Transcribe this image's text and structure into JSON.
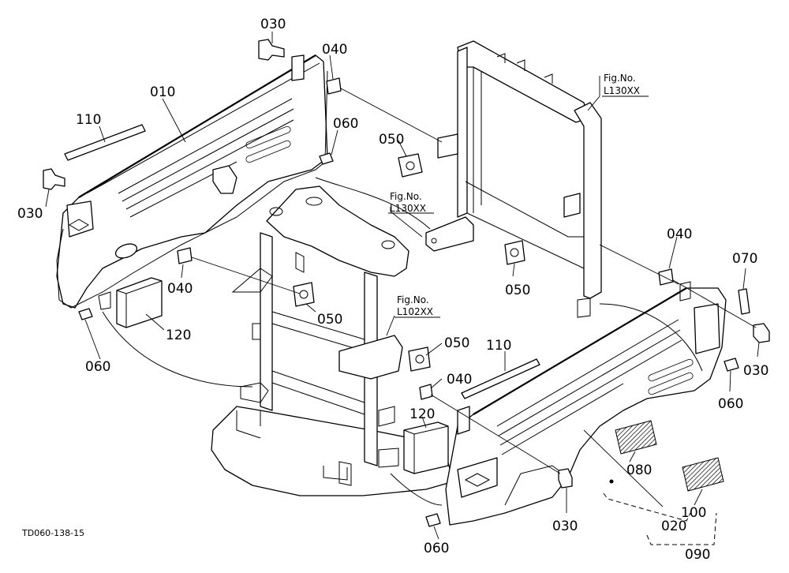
{
  "callouts": [
    {
      "id": "c030a",
      "text": "030"
    },
    {
      "id": "c040a",
      "text": "040"
    },
    {
      "id": "c010",
      "text": "010"
    },
    {
      "id": "c110a",
      "text": "110"
    },
    {
      "id": "c060a",
      "text": "060"
    },
    {
      "id": "c050a",
      "text": "050"
    },
    {
      "id": "c030b",
      "text": "030"
    },
    {
      "id": "c040b",
      "text": "040"
    },
    {
      "id": "c120a",
      "text": "120"
    },
    {
      "id": "c060b",
      "text": "060"
    },
    {
      "id": "c050b",
      "text": "050"
    },
    {
      "id": "c050c",
      "text": "050"
    },
    {
      "id": "c040c",
      "text": "040"
    },
    {
      "id": "c070",
      "text": "070"
    },
    {
      "id": "c050d",
      "text": "050"
    },
    {
      "id": "c110b",
      "text": "110"
    },
    {
      "id": "c040d",
      "text": "040"
    },
    {
      "id": "c120b",
      "text": "120"
    },
    {
      "id": "c030c",
      "text": "030"
    },
    {
      "id": "c060c",
      "text": "060"
    },
    {
      "id": "c080",
      "text": "080"
    },
    {
      "id": "c100",
      "text": "100"
    },
    {
      "id": "c020",
      "text": "020"
    },
    {
      "id": "c030d",
      "text": "030"
    },
    {
      "id": "c060d",
      "text": "060"
    },
    {
      "id": "c090",
      "text": "090"
    }
  ],
  "figure_refs": [
    {
      "id": "f1",
      "line1": "Fig.No.",
      "line2": "L130XX"
    },
    {
      "id": "f2",
      "line1": "Fig.No.",
      "line2": "L130XX"
    },
    {
      "id": "f3",
      "line1": "Fig.No.",
      "line2": "L102XX"
    }
  ],
  "drawing_code": "TD060-138-15"
}
